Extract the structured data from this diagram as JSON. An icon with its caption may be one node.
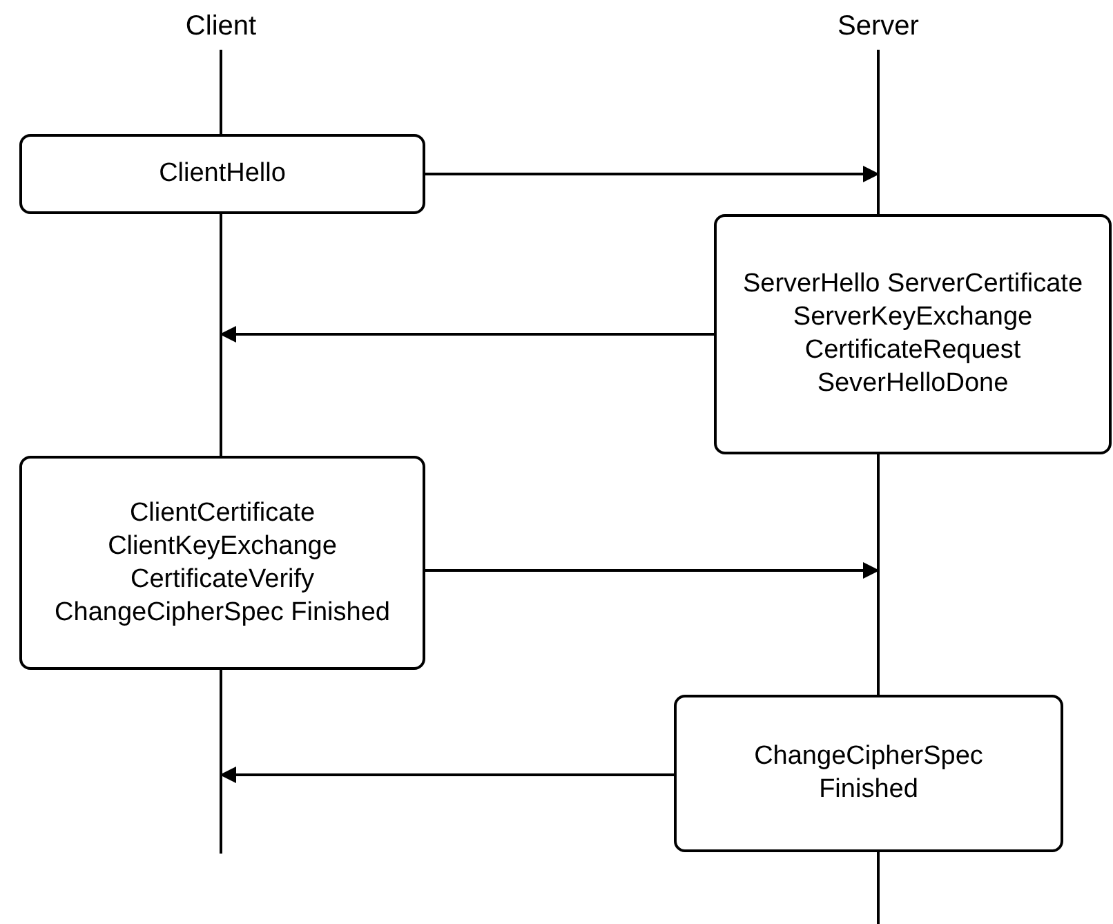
{
  "diagram": {
    "nodes": [
      {
        "text": [
          "Client"
        ]
      },
      {
        "text": [
          "Server"
        ]
      },
      {
        "text": [
          "ClientHello"
        ]
      },
      {
        "text": [
          "ServerHello ServerCertificate ServerKeyExchange CertificateRequest SeverHelloDone"
        ]
      },
      {
        "text": [
          "ClientCertificate ClientKeyExchange CertificateVerify ChangeCipherSpec Finished"
        ]
      },
      {
        "text": [
          "ChangeCipherSpec Finished"
        ]
      }
    ],
    "edges": [
      {
        "from": 2,
        "to": null,
        "arrow": "to"
      },
      {
        "from": 3,
        "to": null,
        "arrow": "to"
      },
      {
        "from": 4,
        "to": null,
        "arrow": "to"
      },
      {
        "from": 5,
        "to": null,
        "arrow": "to"
      }
    ]
  }
}
